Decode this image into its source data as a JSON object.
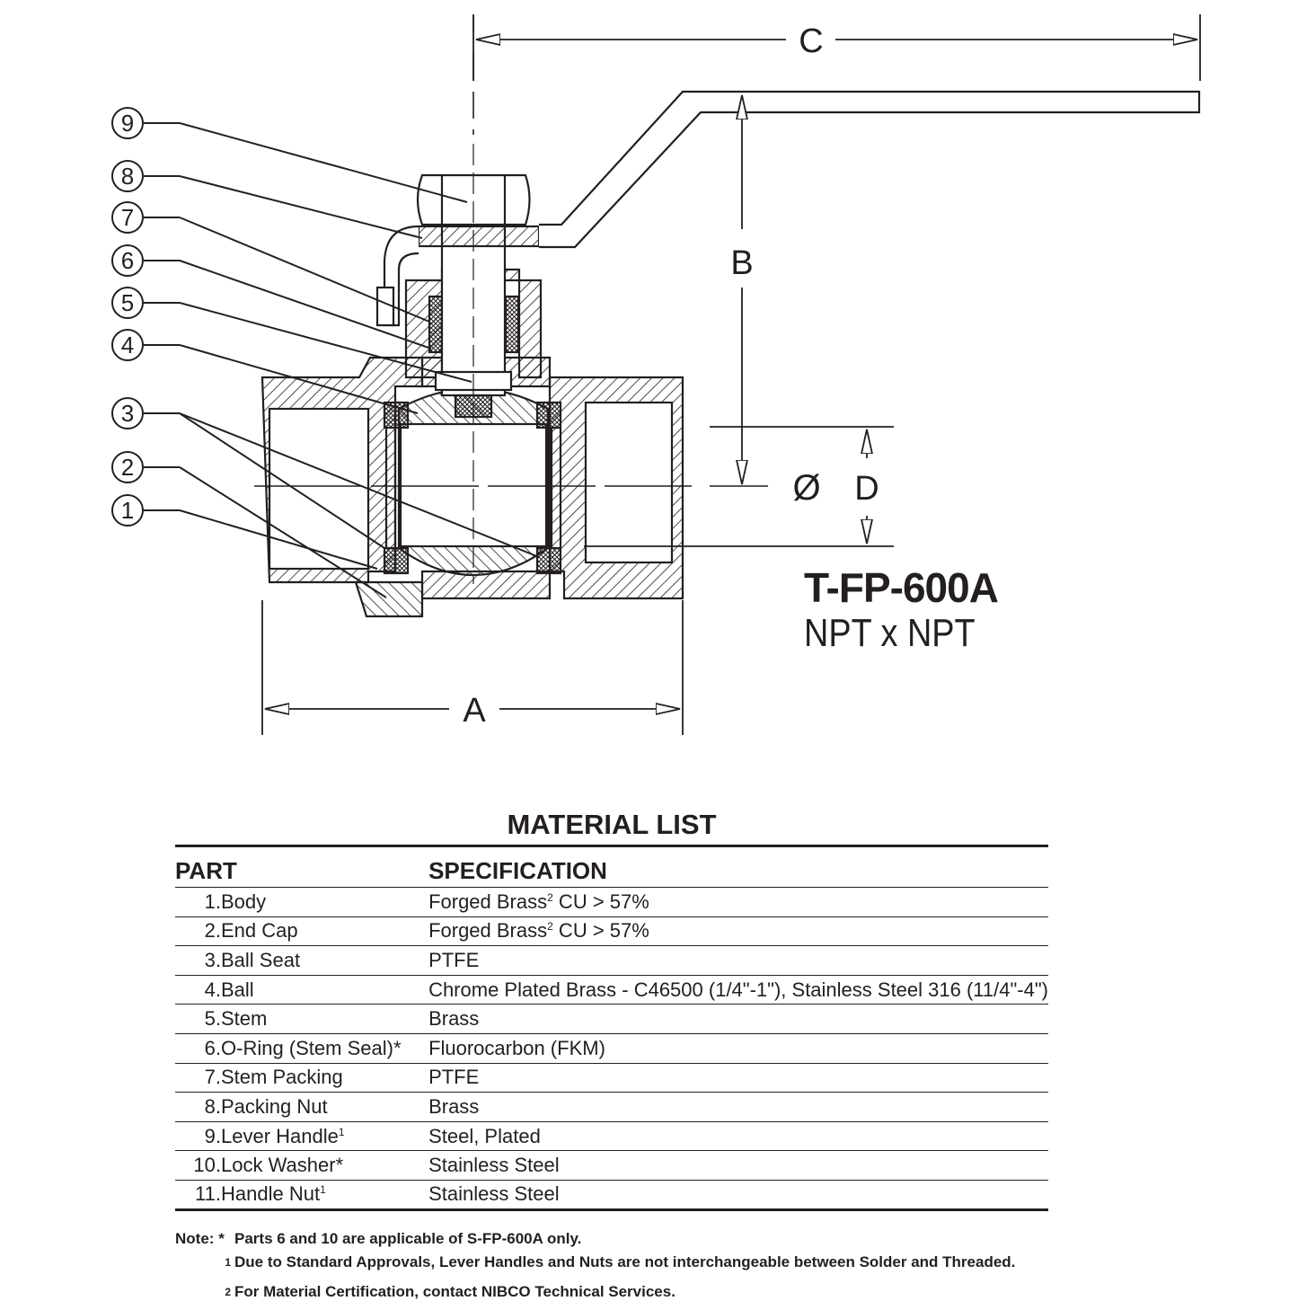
{
  "drawing": {
    "callouts": [
      "9",
      "8",
      "7",
      "6",
      "5",
      "4",
      "3",
      "2",
      "1"
    ],
    "dimensions": {
      "a": "A",
      "b": "B",
      "c": "C",
      "d": "D",
      "diameter_symbol": "Ø"
    }
  },
  "model": {
    "number": "T-FP-600A",
    "connection": "NPT x NPT"
  },
  "material_list": {
    "title": "MATERIAL LIST",
    "headers": {
      "part": "PART",
      "specification": "SPECIFICATION"
    },
    "rows": [
      {
        "num": "1.",
        "part": "Body",
        "sup": "",
        "spec": "Forged Brass",
        "spec_sup": "2",
        "spec_tail": " CU > 57%"
      },
      {
        "num": "2.",
        "part": "End Cap",
        "sup": "",
        "spec": "Forged Brass",
        "spec_sup": "2",
        "spec_tail": " CU > 57%"
      },
      {
        "num": "3.",
        "part": "Ball Seat",
        "sup": "",
        "spec": "PTFE",
        "spec_sup": "",
        "spec_tail": ""
      },
      {
        "num": "4.",
        "part": "Ball",
        "sup": "",
        "spec": "Chrome Plated Brass - C46500 (1/4\"-1\"), Stainless Steel 316 (11/4\"-4\")",
        "spec_sup": "",
        "spec_tail": ""
      },
      {
        "num": "5.",
        "part": "Stem",
        "sup": "",
        "spec": "Brass",
        "spec_sup": "",
        "spec_tail": ""
      },
      {
        "num": "6.",
        "part": "O-Ring (Stem Seal)*",
        "sup": "",
        "spec": "Fluorocarbon (FKM)",
        "spec_sup": "",
        "spec_tail": ""
      },
      {
        "num": "7.",
        "part": "Stem Packing",
        "sup": "",
        "spec": "PTFE",
        "spec_sup": "",
        "spec_tail": ""
      },
      {
        "num": "8.",
        "part": "Packing Nut",
        "sup": "",
        "spec": "Brass",
        "spec_sup": "",
        "spec_tail": ""
      },
      {
        "num": "9.",
        "part": "Lever Handle",
        "sup": "1",
        "spec": "Steel, Plated",
        "spec_sup": "",
        "spec_tail": ""
      },
      {
        "num": "10.",
        "part": "Lock Washer*",
        "sup": "",
        "spec": "Stainless Steel",
        "spec_sup": "",
        "spec_tail": ""
      },
      {
        "num": "11.",
        "part": "Handle Nut",
        "sup": "1",
        "spec": "Stainless Steel",
        "spec_sup": "",
        "spec_tail": ""
      }
    ]
  },
  "notes": {
    "label": "Note:",
    "items": [
      {
        "mark": "*",
        "text": "Parts 6 and 10 are applicable of S-FP-600A only."
      },
      {
        "mark": "1",
        "text": "Due to Standard Approvals, Lever Handles and Nuts are not interchangeable between Solder and Threaded."
      },
      {
        "mark": "2",
        "text": "For Material Certification, contact NIBCO Technical Services."
      }
    ]
  }
}
